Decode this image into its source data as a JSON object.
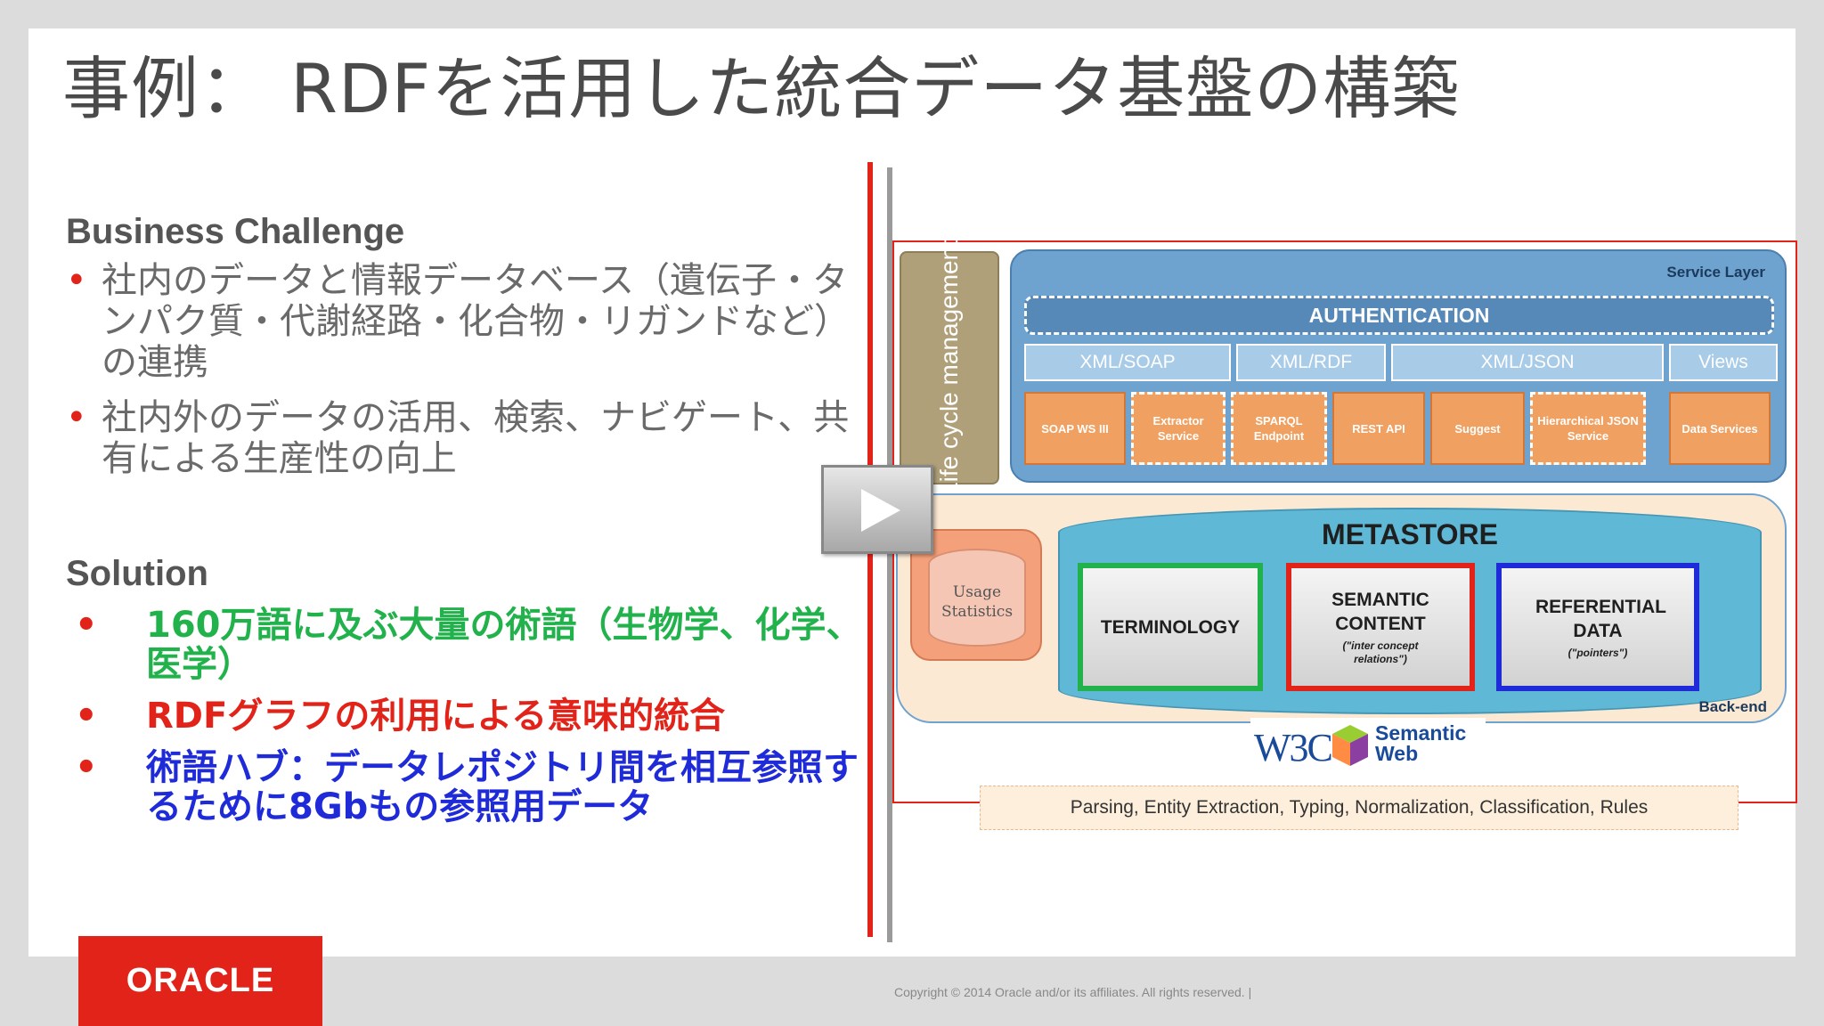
{
  "slide": {
    "title": "事例：  RDFを活用した統合データ基盤の構築"
  },
  "business_challenge": {
    "heading": "Business Challenge",
    "bullets": [
      {
        "text": "社内のデータと情報データベース（遺伝子・タンパク質・代謝経路・化合物・リガンドなど）の連携"
      },
      {
        "text": "社内外のデータの活用、検索、ナビゲート、共有による生産性の向上"
      }
    ]
  },
  "solution": {
    "heading": "Solution",
    "bullets": [
      {
        "text": "160万語に及ぶ大量の術語（生物学、化学、医学）",
        "color": "#22b24c"
      },
      {
        "text": "RDFグラフの利用による意味的統合",
        "color": "#e2231a"
      },
      {
        "text": "術語ハブ：データレポジトリ間を相互参照するために8Gbもの参照用データ",
        "color": "#1f2bd8"
      }
    ]
  },
  "diagram": {
    "lifecycle": "Life cycle management",
    "service_layer_label": "Service Layer",
    "authentication": "AUTHENTICATION",
    "protocols": [
      "XML/SOAP",
      "XML/RDF",
      "XML/JSON",
      "Views"
    ],
    "services": [
      "SOAP WS III",
      "Extractor Service",
      "SPARQL Endpoint",
      "REST API",
      "Suggest",
      "Hierarchical JSON Service",
      "Data Services"
    ],
    "usage_statistics": "Usage Statistics",
    "metastore_title": "METASTORE",
    "metastore_boxes": [
      {
        "label": "TERMINOLOGY",
        "sub": "",
        "color": "#22b24c"
      },
      {
        "label": "SEMANTIC CONTENT",
        "sub": "(\"inter concept relations\")",
        "color": "#e2231a"
      },
      {
        "label": "REFERENTIAL DATA",
        "sub": "(\"pointers\")",
        "color": "#1f2bd8"
      }
    ],
    "backend_label": "Back-end",
    "w3c": "W3C",
    "semantic_web": "Semantic Web",
    "parsing": "Parsing, Entity Extraction, Typing, Normalization, Classification, Rules"
  },
  "footer": {
    "logo": "ORACLE",
    "copyright": "Copyright © 2014 Oracle and/or its affiliates. All rights reserved.  |"
  }
}
